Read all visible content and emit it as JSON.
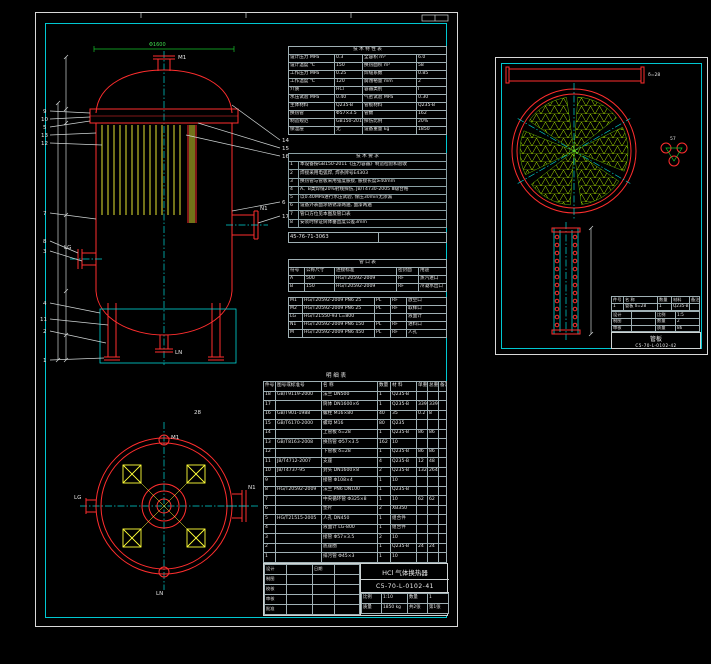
{
  "colors": {
    "red": "#ff2e2e",
    "cyan": "#00d8d8",
    "yellow": "#ffff38",
    "green": "#17c52c",
    "mesh": "#b4f000",
    "white": "#e6e6e6"
  },
  "left_sheet": {
    "balloons_left": [
      "9",
      "10",
      "5",
      "13",
      "12",
      "7",
      "8",
      "3",
      "4",
      "11",
      "2",
      "1"
    ],
    "balloons_right": [
      "14",
      "15",
      "16",
      "6",
      "17"
    ],
    "labels": {
      "top_nozzle": "M1",
      "right_nozzle": "N1",
      "left_nozzle": "LG",
      "bottom_nozzle": "LN",
      "dim_top": "Φ1600",
      "section_mark": "28",
      "bv_top": "M1",
      "bv_right": "N1",
      "bv_left": "LG",
      "bv_bottom": "LN"
    },
    "tech_table": {
      "rows": [
        [
          "技 术 特 性 表"
        ],
        [
          "设计压力 MPa",
          "0.3",
          "全容积 m³",
          "6.0"
        ],
        [
          "设计温度 ℃",
          "150",
          "换热面积 m²",
          "58"
        ],
        [
          "工作压力 MPa",
          "0.25",
          "焊缝系数",
          "0.85"
        ],
        [
          "工作温度 ℃",
          "120",
          "腐蚀裕量 mm",
          "2"
        ],
        [
          "介质",
          "HCl",
          "容器类别",
          "Ⅰ"
        ],
        [
          "水压试验 MPa",
          "0.40",
          "气密试验 MPa",
          "0.30"
        ],
        [
          "主体材料",
          "Q235-B",
          "管板材料",
          "Q235-B"
        ],
        [
          "换热管",
          "Φ57×3.5",
          "管数",
          "162"
        ],
        [
          "制造规范",
          "GB150-2011",
          "探伤比例",
          "20%"
        ],
        [
          "保温层",
          "无",
          "设备重量 kg",
          "1850"
        ]
      ]
    },
    "notes": {
      "rows": [
        [
          "技 术 要 求"
        ],
        [
          "1",
          "本设备按GB150-2011《压力容器》制造检验和验收"
        ],
        [
          "2",
          "焊接采用电弧焊, 焊条牌号E4303"
        ],
        [
          "3",
          "换热管与管板采用强度胀接, 胀接长度≥40mm"
        ],
        [
          "4",
          "A、B类焊缝20%射线探伤, JB/T4730-2005 Ⅲ级合格"
        ],
        [
          "5",
          "以0.40MPa进行水压试验, 保压30min无渗漏"
        ],
        [
          "6",
          "设备外表面涂防锈漆两遍, 面漆两遍"
        ],
        [
          "7",
          "管口方位见本图及管口表"
        ],
        [
          "8",
          "安装时保证筒体垂直度公差3mm"
        ]
      ]
    },
    "doc_row": {
      "rows": [
        [
          "45-76-71-3063",
          ""
        ]
      ]
    },
    "nozzle_header": {
      "rows": [
        [
          "管 口 表"
        ],
        [
          "符号",
          "公称尺寸",
          "连接标准",
          "密封面",
          "用途"
        ],
        [
          "A",
          "500",
          "HG/T20592-2009",
          "RF",
          "蒸汽进口"
        ],
        [
          "B",
          "150",
          "HG/T20592-2009",
          "RF",
          "冷凝水出口"
        ]
      ]
    },
    "nozzle_table": {
      "rows": [
        [
          "M1",
          "HG/T20592-2009 PN6 25",
          "PL",
          "RF",
          "放空口"
        ],
        [
          "M2",
          "HG/T20592-2009 PN6 25",
          "PL",
          "RF",
          "取样口"
        ],
        [
          "LG",
          "HG/T21550-93 L=800",
          "",
          "",
          "液面计"
        ],
        [
          "N1",
          "HG/T20592-2009 PN6 150",
          "PL",
          "RF",
          "进料口"
        ],
        [
          "M",
          "HG/T20592-2009 PN6 450",
          "PL",
          "RF",
          "人孔"
        ]
      ]
    },
    "bom_title": "明 细 表",
    "bom": {
      "rows": [
        [
          "件号",
          "图号或标准号",
          "名  称",
          "数量",
          "材  料",
          "单重",
          "总重",
          "备注"
        ],
        [
          "18",
          "GB/T9119-2000",
          "法兰 DN500",
          "1",
          "Q235-B",
          "",
          "",
          ""
        ],
        [
          "17",
          "",
          "筒体 DN1600×6",
          "1",
          "Q235-B",
          "339",
          "339",
          ""
        ],
        [
          "16",
          "GB/T901-1988",
          "螺柱 M16×80",
          "40",
          "35",
          "0.2",
          "8",
          ""
        ],
        [
          "15",
          "GB/T6170-2000",
          "螺母 M16",
          "80",
          "Q235",
          "",
          "",
          ""
        ],
        [
          "14",
          "",
          "上管板 δ=28",
          "1",
          "Q235-B",
          "86",
          "86",
          ""
        ],
        [
          "13",
          "GB/T8163-2008",
          "换热管 Φ57×3.5",
          "162",
          "10",
          "",
          "",
          ""
        ],
        [
          "12",
          "",
          "下管板 δ=28",
          "1",
          "Q235-B",
          "86",
          "86",
          ""
        ],
        [
          "11",
          "JB/T4712-2007",
          "支座",
          "4",
          "Q235-B",
          "12",
          "48",
          ""
        ],
        [
          "10",
          "JB/T4737-95",
          "封头 DN1600×8",
          "2",
          "Q235-B",
          "132",
          "264",
          ""
        ],
        [
          "9",
          "",
          "接管 Φ108×4",
          "1",
          "10",
          "",
          "",
          ""
        ],
        [
          "8",
          "HG/T20592-2009",
          "法兰 PN6 DN100",
          "1",
          "Q235-B",
          "",
          "",
          ""
        ],
        [
          "7",
          "",
          "中央循环管 Φ325×8",
          "1",
          "10",
          "62",
          "62",
          ""
        ],
        [
          "6",
          "",
          "垫片",
          "2",
          "XB350",
          "",
          "",
          ""
        ],
        [
          "5",
          "HG/T21515-2005",
          "人孔 DN450",
          "1",
          "组合件",
          "",
          "",
          ""
        ],
        [
          "4",
          "",
          "液面计 LG-800",
          "1",
          "组合件",
          "",
          "",
          ""
        ],
        [
          "3",
          "",
          "接管 Φ57×3.5",
          "2",
          "10",
          "",
          "",
          ""
        ],
        [
          "2",
          "",
          "底座圈",
          "1",
          "Q235-B",
          "24",
          "24",
          ""
        ],
        [
          "1",
          "",
          "排污管 Φ45×3",
          "1",
          "10",
          "",
          "",
          ""
        ]
      ]
    },
    "title_block": {
      "product": "HCl 气体换热器",
      "drawing_no": "C5-70-L-0102-41",
      "grid": {
        "rows": [
          [
            "比例",
            "1:10",
            "数量",
            "1"
          ],
          [
            "质量",
            "1850 kg",
            "共2张",
            "第1张"
          ]
        ]
      },
      "sign": {
        "rows": [
          [
            "设计",
            "",
            "日期",
            ""
          ],
          [
            "制图",
            "",
            "",
            ""
          ],
          [
            "校核",
            "",
            "",
            ""
          ],
          [
            "审核",
            "",
            "",
            ""
          ],
          [
            "批准",
            "",
            "",
            ""
          ]
        ]
      }
    }
  },
  "right_sheet": {
    "strip_label": "δ=28",
    "pitch_label": "57",
    "parts_header": {
      "rows": [
        [
          "件号",
          "名 称",
          "数量",
          "材料",
          "备注"
        ],
        [
          "1",
          "管板 δ=28",
          "1",
          "Q235-B",
          ""
        ]
      ]
    },
    "title_table": {
      "rows": [
        [
          "设计",
          "",
          "比例",
          "1:5"
        ],
        [
          "制图",
          "",
          "数量",
          "2"
        ],
        [
          "审核",
          "",
          "质量",
          "86"
        ]
      ]
    },
    "name": "管板",
    "drawing_no": "C5-70-L-0102-42"
  }
}
